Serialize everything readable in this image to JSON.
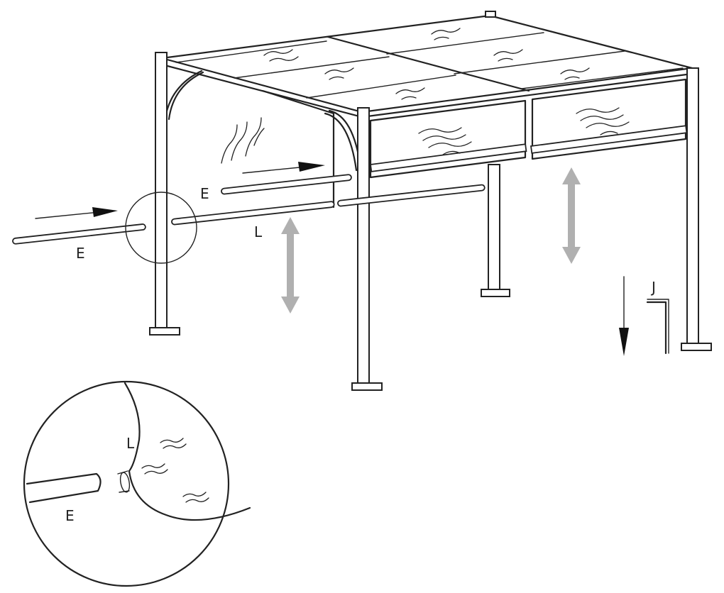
{
  "labels": {
    "rod_left": "E",
    "rod_middle": "E",
    "canopy_left": "L",
    "part_j": "J",
    "detail_canopy": "L",
    "detail_rod": "E"
  },
  "colors": {
    "line": "#222222",
    "motion_arrow": "#b0b0b0",
    "background": "#ffffff"
  }
}
